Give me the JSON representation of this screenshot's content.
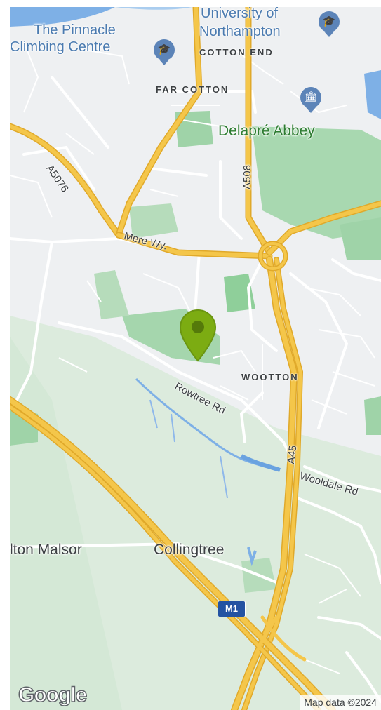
{
  "map": {
    "places": {
      "pinnacle_line1": "The Pinnacle",
      "pinnacle_line2": "Climbing Centre",
      "university_line1": "University of",
      "university_line2": "Northampton",
      "cotton_end": "COTTON END",
      "far_cotton": "FAR COTTON",
      "delapre_abbey": "Delapré Abbey",
      "wootton": "WOOTTON",
      "milton_malsor": "lton Malsor",
      "collingtree": "Collingtree"
    },
    "roads": {
      "a5076": "A5076",
      "a508": "A508",
      "mere_way": "Mere Wy.",
      "rowtree_rd": "Rowtree Rd",
      "a45": "A45",
      "wooldale_rd": "Wooldale Rd",
      "m1": "M1"
    },
    "logo": "Google",
    "attribution": "Map data ©2024",
    "colors": {
      "land": "#eef0f2",
      "park": "#cfe6d3",
      "woodland": "#8fcf9a",
      "water": "#7eb0e6",
      "major_road": "#f4c64a",
      "minor_road": "#ffffff",
      "marker": "#7cac12"
    },
    "icons": {
      "university_poi": "graduation-cap-icon",
      "climbing_poi": "graduation-cap-icon",
      "abbey_poi": "museum-icon",
      "marker": "map-pin-icon"
    }
  }
}
